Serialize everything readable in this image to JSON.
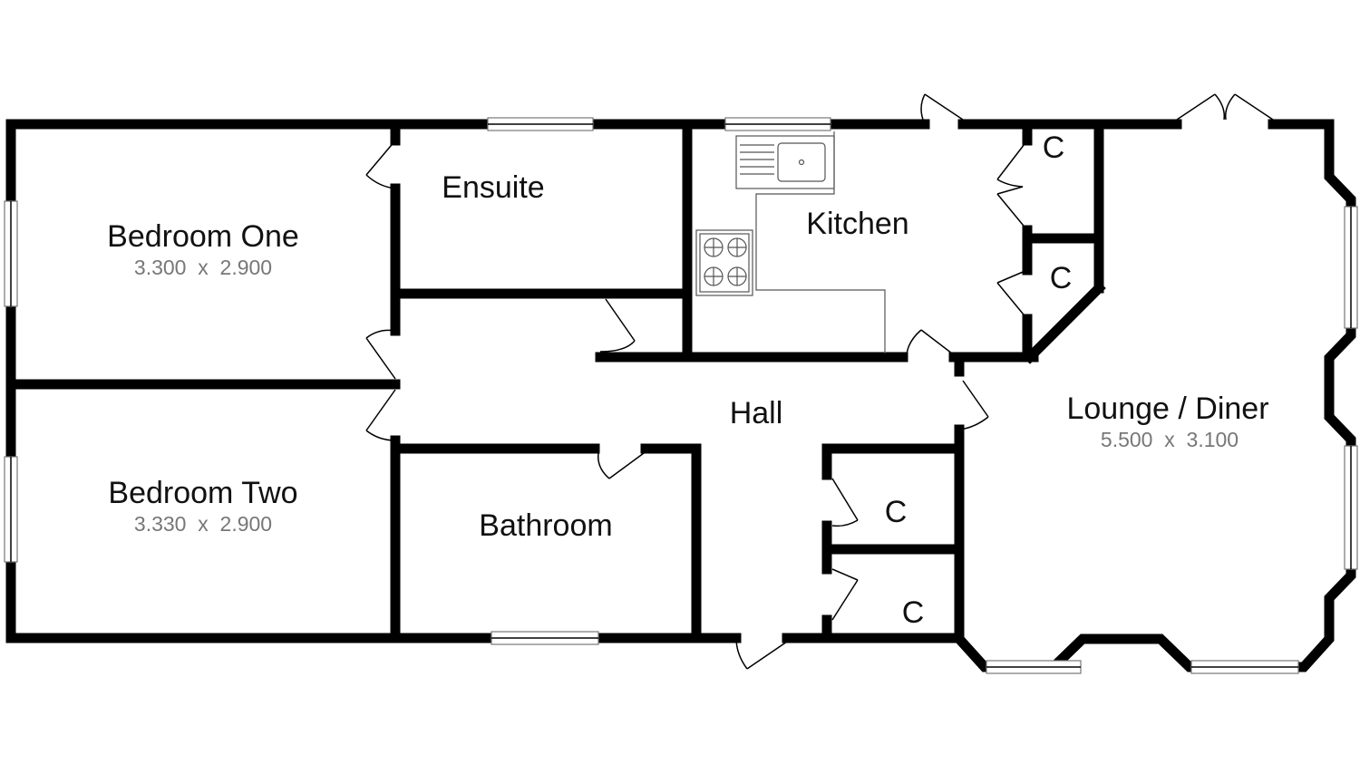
{
  "rooms": {
    "bedroom_one": {
      "name": "Bedroom One",
      "size": "3.300  x  2.900"
    },
    "ensuite": {
      "name": "Ensuite"
    },
    "kitchen": {
      "name": "Kitchen"
    },
    "bedroom_two": {
      "name": "Bedroom Two",
      "size": "3.330  x  2.900"
    },
    "bathroom": {
      "name": "Bathroom"
    },
    "hall": {
      "name": "Hall"
    },
    "lounge_diner": {
      "name": "Lounge / Diner",
      "size": "5.500  x  3.100"
    }
  },
  "cupboards": [
    "C",
    "C",
    "C",
    "C"
  ]
}
